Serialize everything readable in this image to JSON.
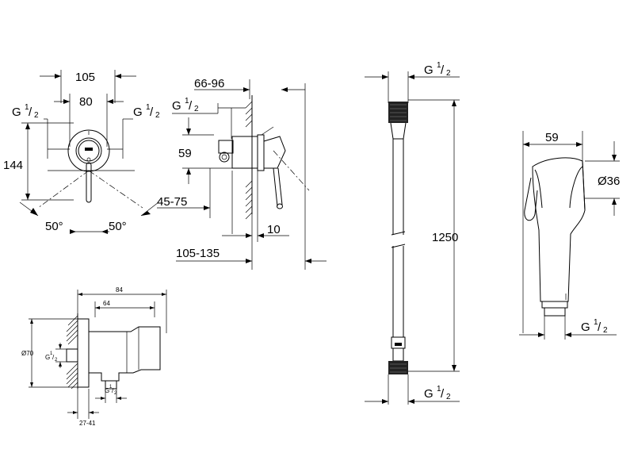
{
  "view1": {
    "width_outer": "105",
    "width_inner": "80",
    "thread_left_base": "G",
    "thread_left_sup": "1",
    "thread_left_sub": "2",
    "thread_right_base": "G",
    "thread_right_sup": "1",
    "thread_right_sub": "2",
    "height": "144",
    "angle_left": "50°",
    "angle_right": "50°"
  },
  "view2": {
    "thread_base": "G",
    "thread_sup": "1",
    "thread_sub": "2",
    "depth_range": "66-96",
    "height": "59",
    "range_lower": "45-75",
    "offset": "10",
    "projection": "105-135"
  },
  "hose": {
    "top_thread_base": "G",
    "top_thread_sup": "1",
    "top_thread_sub": "2",
    "length": "1250",
    "bottom_thread_base": "G",
    "bottom_thread_sup": "1",
    "bottom_thread_sub": "2"
  },
  "handshower": {
    "length": "59",
    "diameter": "Ø36",
    "thread_base": "G",
    "thread_sup": "1",
    "thread_sub": "2"
  },
  "elbow": {
    "width_outer": "84",
    "width_inner": "64",
    "diameter": "Ø70",
    "thread_base": "G",
    "thread_sup": "1",
    "thread_sub": "2",
    "thread2_base": "G",
    "thread2_sup": "1",
    "thread2_sub": "2",
    "range": "27-41"
  }
}
